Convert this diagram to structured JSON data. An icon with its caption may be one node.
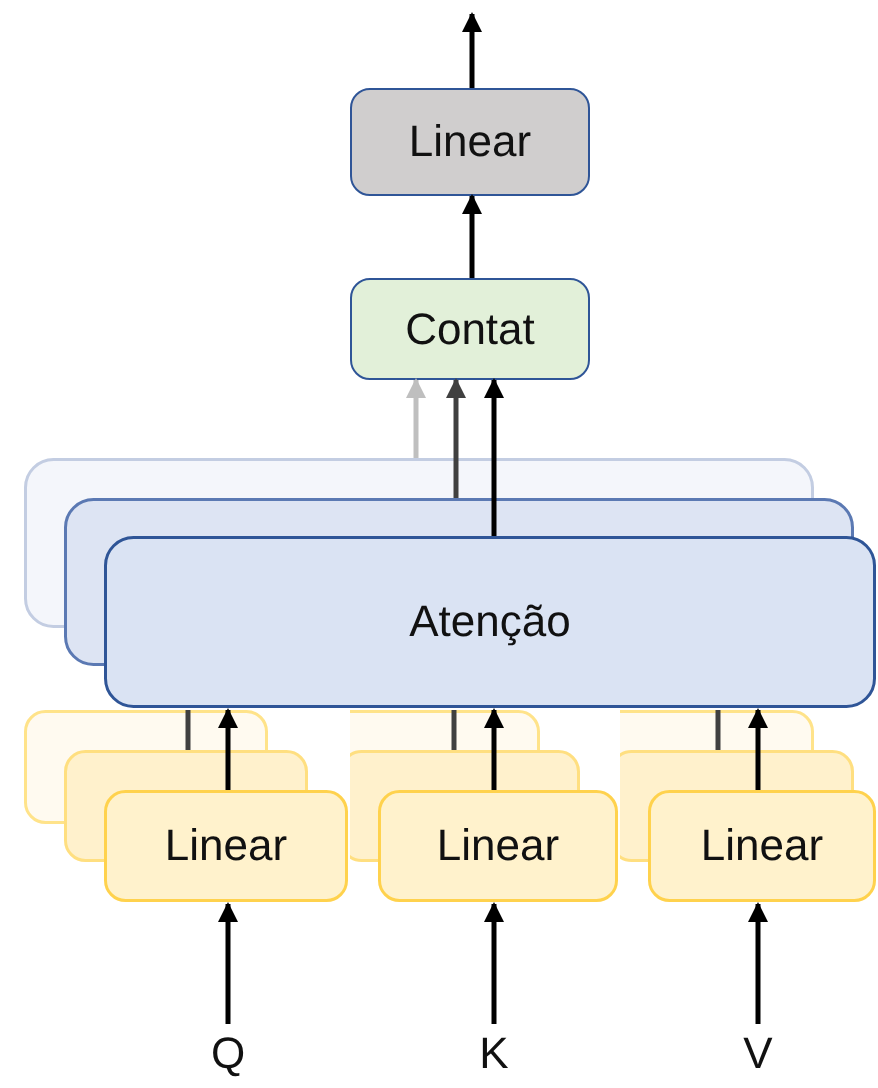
{
  "diagram": {
    "nodes": [
      {
        "text": [
          "Linear"
        ]
      },
      {
        "text": [
          "Contat"
        ]
      },
      {
        "text": [
          "Atenção"
        ]
      },
      {
        "text": [
          "Linear"
        ]
      },
      {
        "text": [
          "Linear"
        ]
      },
      {
        "text": [
          "Linear"
        ]
      },
      {
        "text": [
          "Q"
        ]
      },
      {
        "text": [
          "K"
        ]
      },
      {
        "text": [
          "V"
        ]
      }
    ],
    "edges": [
      {
        "from": 0,
        "to": null,
        "arrow": "to"
      },
      {
        "from": 1,
        "to": 0,
        "arrow": "to"
      },
      {
        "from": 2,
        "to": 1,
        "arrow": "to",
        "color": "#bfbfbf"
      },
      {
        "from": 2,
        "to": 1,
        "arrow": "to",
        "color": "#404040"
      },
      {
        "from": 2,
        "to": 1,
        "arrow": "to"
      },
      {
        "from": 3,
        "to": 2,
        "arrow": "none",
        "color": "#404040"
      },
      {
        "from": 3,
        "to": 2,
        "arrow": "to"
      },
      {
        "from": 4,
        "to": 2,
        "arrow": "none",
        "color": "#404040"
      },
      {
        "from": 4,
        "to": 2,
        "arrow": "to"
      },
      {
        "from": 5,
        "to": 2,
        "arrow": "none",
        "color": "#404040"
      },
      {
        "from": 5,
        "to": 2,
        "arrow": "to"
      },
      {
        "from": 6,
        "to": 3,
        "arrow": "to"
      },
      {
        "from": 7,
        "to": 4,
        "arrow": "to"
      },
      {
        "from": 8,
        "to": 5,
        "arrow": "to"
      }
    ]
  }
}
